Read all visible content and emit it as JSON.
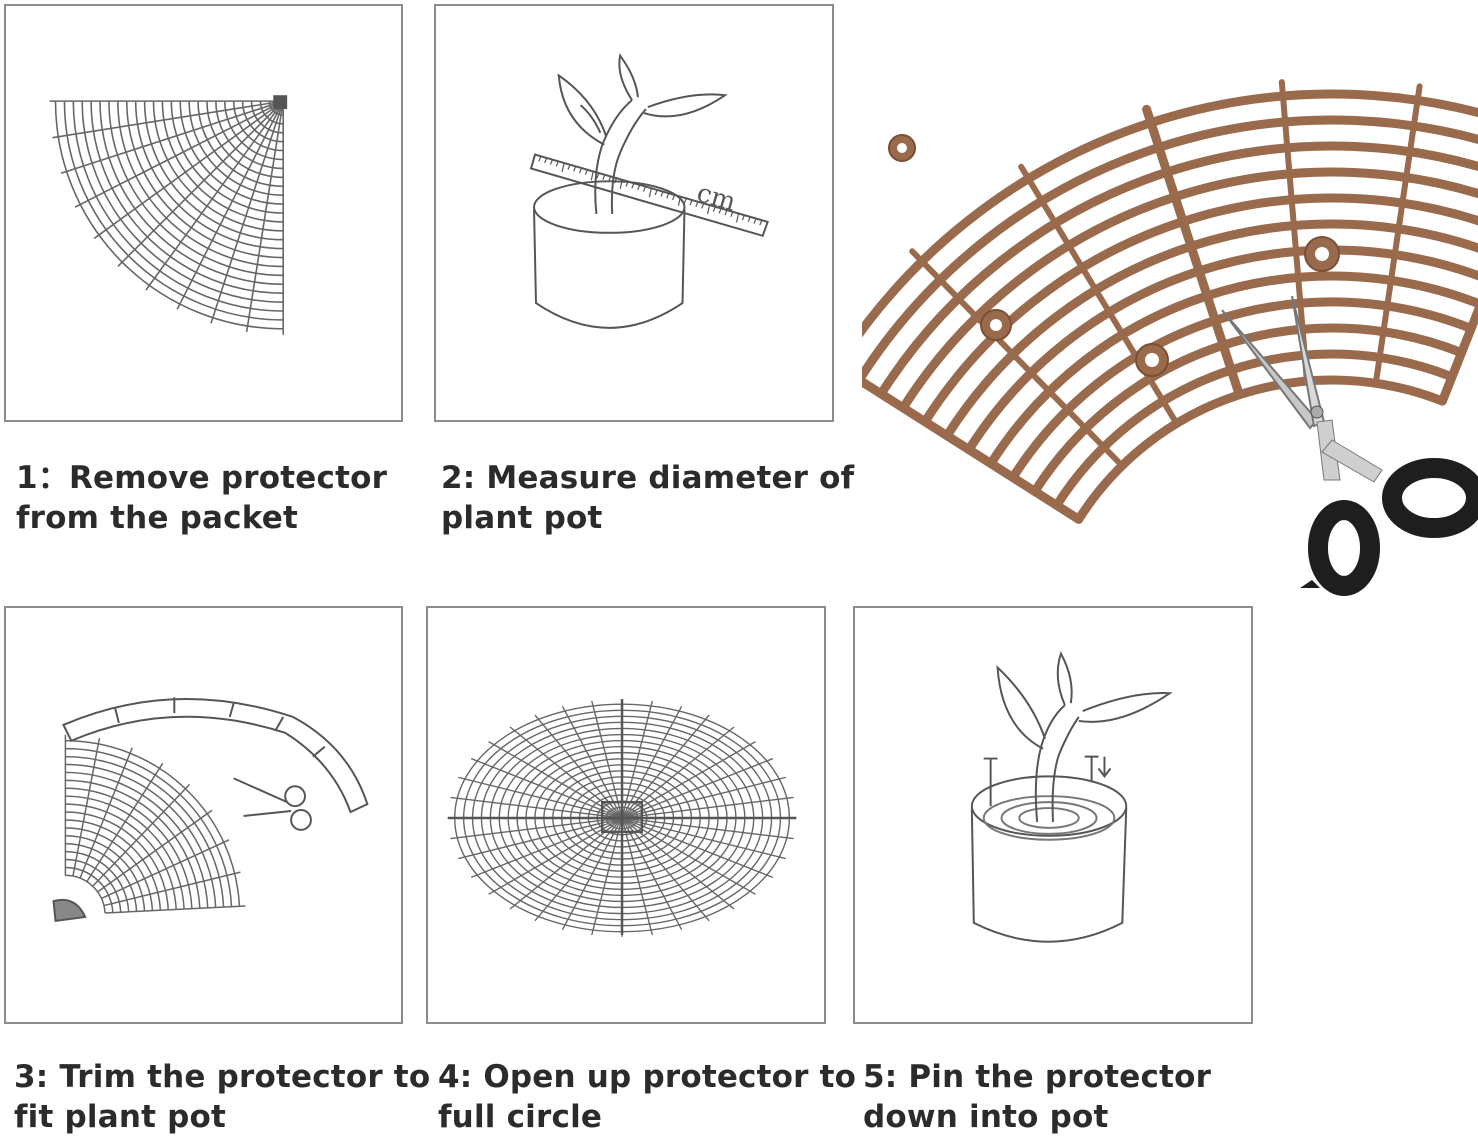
{
  "steps": [
    {
      "id": 1,
      "line1": "1：Remove protector",
      "line2": "from the packet"
    },
    {
      "id": 2,
      "line1": "2:  Measure diameter of",
      "line2": "plant pot"
    },
    {
      "id": 3,
      "line1": "3:  Trim the protector to",
      "line2": "fit plant pot"
    },
    {
      "id": 4,
      "line1": "4:  Open up protector to",
      "line2": "full circle"
    },
    {
      "id": 5,
      "line1": "5:  Pin the protector",
      "line2": "down into pot"
    }
  ],
  "ruler_label": "cm",
  "colors": {
    "protector_brown": "#9a6a4c",
    "scissor_handle": "#1e1e1e",
    "line_art": "#555555",
    "panel_border": "#8c8c8c"
  },
  "icons": [
    "quarter-grid-icon",
    "plant-pot-ruler-icon",
    "trim-scissors-icon",
    "full-circle-grid-icon",
    "pinned-pot-icon",
    "brown-protector-scissors-image"
  ]
}
